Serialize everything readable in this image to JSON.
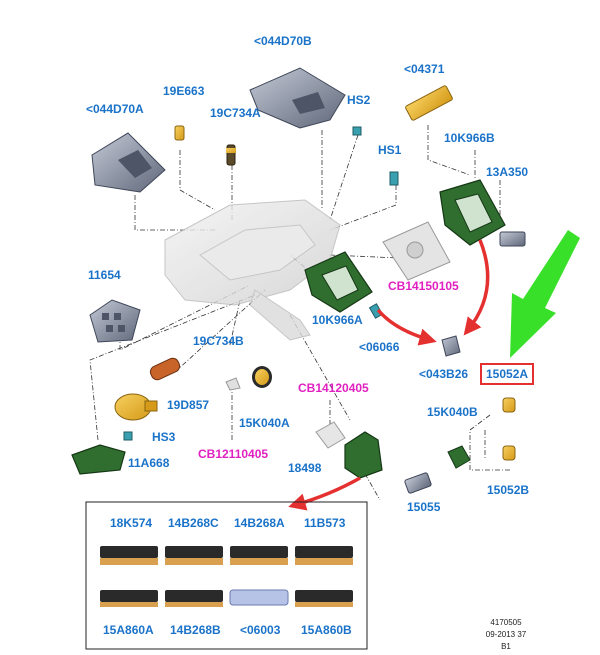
{
  "labels": {
    "p044D70B": "<044D70B",
    "p04371": "<04371",
    "p19E663": "19E663",
    "p044D70A": "<044D70A",
    "p19C734A": "19C734A",
    "pHS2": "HS2",
    "pHS1": "HS1",
    "p10K966B": "10K966B",
    "p13A350": "13A350",
    "p11654": "11654",
    "pCB14150105": "CB14150105",
    "p10K966A": "10K966A",
    "p06066": "<06066",
    "p043B26": "<043B26",
    "p15052A": "15052A",
    "p19C734B": "19C734B",
    "pCB14120405": "CB14120405",
    "p19D857": "19D857",
    "p15K040A": "15K040A",
    "pHS3": "HS3",
    "p15K040B": "15K040B",
    "pCB12110405": "CB12110405",
    "p11A668": "11A668",
    "p18498": "18498",
    "p15052B": "15052B",
    "p15055": "15055",
    "p18K574": "18K574",
    "p14B268C": "14B268C",
    "p14B268A": "14B268A",
    "p11B573": "11B573",
    "p15A860A": "15A860A",
    "p14B268B": "14B268B",
    "p06003": "<06003",
    "p15A860B": "15A860B"
  },
  "footer": {
    "ref": "4170505",
    "date": "09-2013 37",
    "rev": "B1"
  },
  "colors": {
    "label": "#1a73c9",
    "label_alt": "#e020c0",
    "arrow": "#e53030",
    "pointer": "#38e02a",
    "part_green": "#2f6e2f",
    "part_gray": "#7a8396"
  }
}
